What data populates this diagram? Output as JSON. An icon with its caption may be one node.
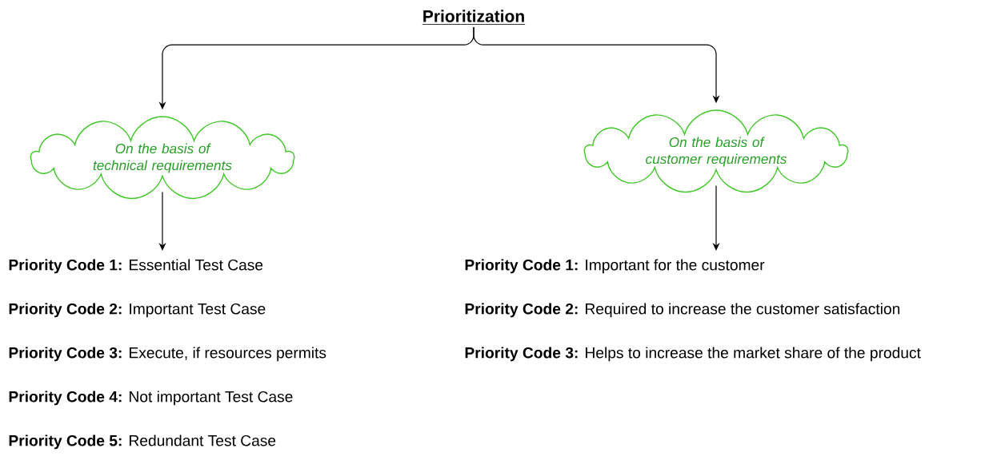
{
  "diagram": {
    "nodes": [
      {
        "text": [
          "Prioritization"
        ]
      },
      {
        "text": [
          "On the basis of technical requirements"
        ]
      },
      {
        "text": [
          "On the basis of customer requirements"
        ]
      },
      {
        "text": [
          "**Priority Code 1:** Essential Test Case",
          "**Priority Code 2:** Important Test Case",
          "**Priority Code 3:** Execute, if resources permits",
          "**Priority Code 4:** Not important Test Case",
          "**Priority Code 5:** Redundant Test Case"
        ]
      },
      {
        "text": [
          "**Priority Code 1:** Important for the customer",
          "**Priority Code 2:** Required to increase the customer satisfaction",
          "**Priority Code 3:** Helps to increase the market share of the product"
        ]
      }
    ],
    "edges": [
      {
        "from": 0,
        "to": 1,
        "arrow": "to"
      },
      {
        "from": 0,
        "to": 2,
        "arrow": "to"
      },
      {
        "from": 1,
        "to": 3,
        "arrow": "to"
      },
      {
        "from": 2,
        "to": 4,
        "arrow": "to"
      }
    ]
  }
}
